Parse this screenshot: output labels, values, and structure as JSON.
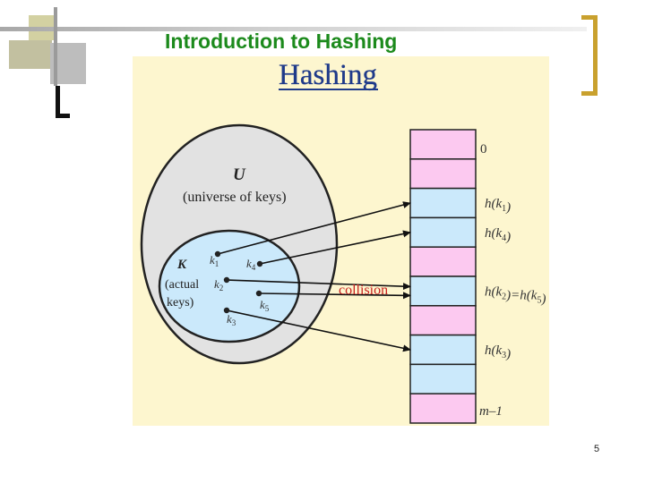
{
  "slide": {
    "title": "Introduction to Hashing",
    "page_number": "5"
  },
  "figure": {
    "heading": "Hashing",
    "universe": {
      "name": "U",
      "caption": "(universe of keys)"
    },
    "actual": {
      "name": "K",
      "caption_line1": "(actual",
      "caption_line2": "keys)"
    },
    "keys": [
      {
        "id": "k1",
        "base": "k",
        "sub": "1"
      },
      {
        "id": "k4",
        "base": "k",
        "sub": "4"
      },
      {
        "id": "k2",
        "base": "k",
        "sub": "2"
      },
      {
        "id": "k5",
        "base": "k",
        "sub": "5"
      },
      {
        "id": "k3",
        "base": "k",
        "sub": "3"
      }
    ],
    "collision_label": "collision",
    "table": {
      "slot_count": 10,
      "first_label": "0",
      "last_label": "m–1",
      "slot_labels": [
        {
          "slot": 2,
          "parts": [
            [
              "h(",
              ""
            ],
            [
              "k",
              ""
            ],
            [
              "1",
              "sub"
            ],
            [
              ")",
              ""
            ]
          ]
        },
        {
          "slot": 3,
          "parts": [
            [
              "h(",
              ""
            ],
            [
              "k",
              ""
            ],
            [
              "4",
              "sub"
            ],
            [
              ")",
              ""
            ]
          ]
        },
        {
          "slot": 5,
          "parts": [
            [
              "h(",
              ""
            ],
            [
              "k",
              ""
            ],
            [
              "2",
              "sub"
            ],
            [
              ")=h(",
              ""
            ],
            [
              "k",
              ""
            ],
            [
              "5",
              "sub"
            ],
            [
              ")",
              ""
            ]
          ]
        },
        {
          "slot": 7,
          "parts": [
            [
              "h(",
              ""
            ],
            [
              "k",
              ""
            ],
            [
              "3",
              "sub"
            ],
            [
              ")",
              ""
            ]
          ]
        }
      ]
    },
    "colors": {
      "universe_fill": "#e2e2e2",
      "actual_fill": "#cbe9fb",
      "slot_pink": "#fcc9f0",
      "slot_blue": "#cbe9fb",
      "collision": "#c8201e",
      "heading": "#1f3a8a",
      "panel": "#fdf6cf"
    }
  }
}
